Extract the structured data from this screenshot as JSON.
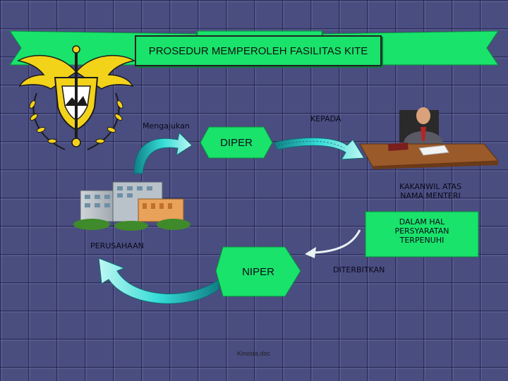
{
  "title": "PROSEDUR MEMPEROLEH FASILITAS KITE",
  "nodes": {
    "diper": "DIPER",
    "niper": "NIPER"
  },
  "labels": {
    "mengajukan": "Mengajukan",
    "kepada": "KEPADA",
    "kakanwil_line1": "KAKANWIL ATAS",
    "kakanwil_line2": "NAMA MENTERI",
    "dalam_line1": "DALAM HAL",
    "dalam_line2": "PERSYARATAN",
    "dalam_line3": "TERPENUHI",
    "perusahaan": "PERUSAHAAN",
    "diterbitkan": "DITERBITKAN"
  },
  "footer": "Kinosta.doc",
  "icons": {
    "emblem": "customs-emblem-icon",
    "building": "company-building-icon",
    "official": "official-at-desk-icon"
  },
  "colors": {
    "background": "#4a4d80",
    "box_green": "#19e36b",
    "arrow_cyan": "#2fd6cf"
  }
}
